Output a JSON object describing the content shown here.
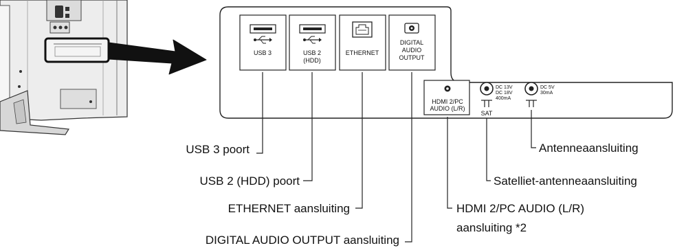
{
  "ports": {
    "usb3": "USB 3",
    "usb2_line1": "USB 2",
    "usb2_line2": "(HDD)",
    "ethernet": "ETHERNET",
    "digital_line1": "DIGITAL",
    "digital_line2": "AUDIO",
    "digital_line3": "OUTPUT",
    "hdmi_line1": "HDMI 2/PC",
    "hdmi_line2": "AUDIO (L/R)",
    "sat_dc1": "DC 13V",
    "sat_dc2": "DC 18V",
    "sat_dc3": "400mA",
    "sat_label": "SAT",
    "ant_dc1": "DC 5V",
    "ant_dc2": "30mA"
  },
  "callouts": {
    "usb3": "USB 3 poort",
    "usb2": "USB 2 (HDD) poort",
    "ethernet": "ETHERNET aansluiting",
    "digital": "DIGITAL AUDIO OUTPUT aansluiting",
    "hdmi_line1": "HDMI 2/PC AUDIO (L/R)",
    "hdmi_line2": "aansluiting *2",
    "satellite": "Satelliet-antenneaansluiting",
    "antenna": "Antenneaansluiting"
  },
  "colors": {
    "panel_fill": "#ffffff",
    "line": "#222222",
    "tv_body": "#e6e6e6",
    "arrow": "#111111"
  }
}
